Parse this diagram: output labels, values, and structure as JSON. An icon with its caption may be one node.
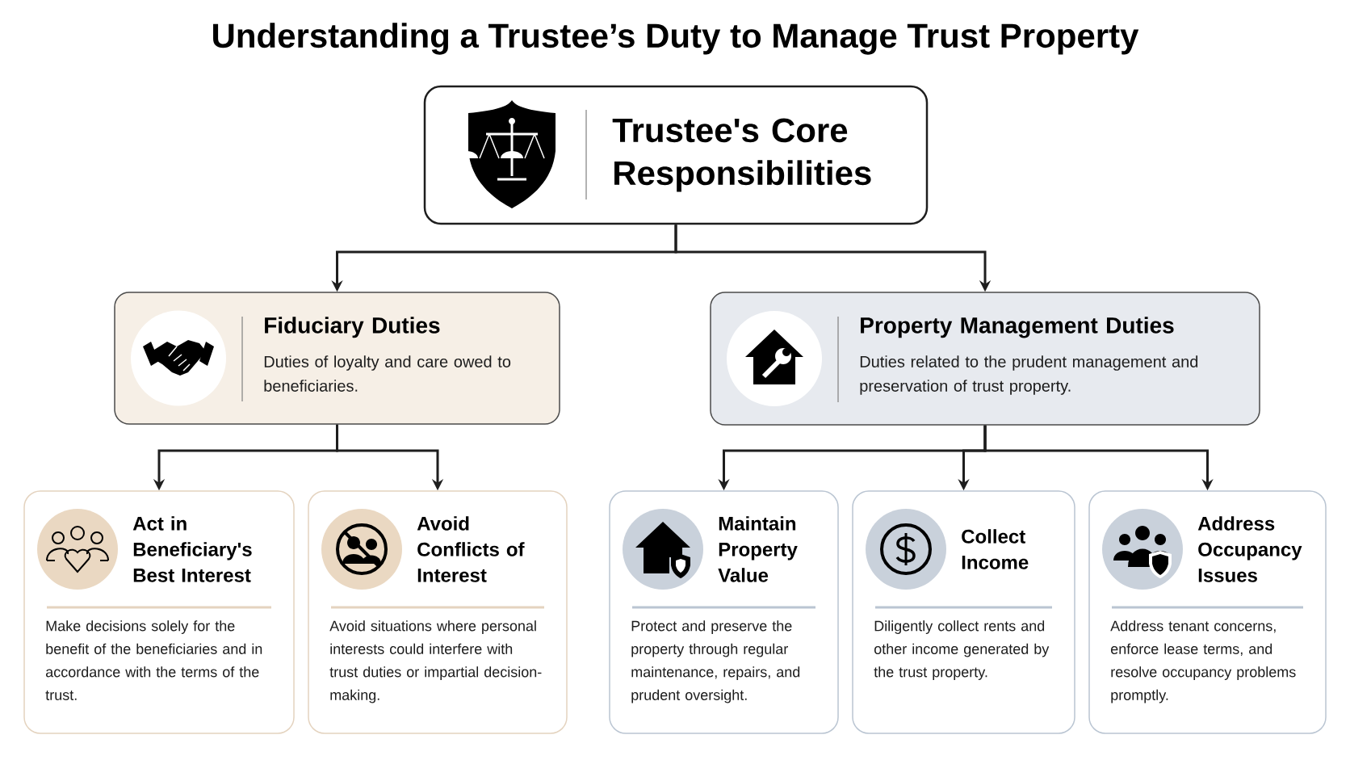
{
  "diagram": {
    "title": "Understanding a Trustee’s Duty to Manage Trust Property",
    "nodes": [
      {
        "text": [
          "Trustee's Core Responsibilities"
        ]
      },
      {
        "text": [
          "Fiduciary Duties",
          "Duties of loyalty and care owed to beneficiaries."
        ]
      },
      {
        "text": [
          "Property Management Duties",
          "Duties related to the prudent management and preservation of trust property."
        ]
      },
      {
        "text": [
          "Act in Beneficiary's Best Interest",
          "Make decisions solely for the benefit of the beneficiaries and in accordance with the terms of the trust."
        ]
      },
      {
        "text": [
          "Avoid Conflicts of Interest",
          "Avoid situations where personal interests could interfere with trust duties or impartial decision-making."
        ]
      },
      {
        "text": [
          "Maintain Property Value",
          "Protect and preserve the property through regular maintenance, repairs, and prudent oversight."
        ]
      },
      {
        "text": [
          "Collect Income",
          "Diligently collect rents and other income generated by the trust property."
        ]
      },
      {
        "text": [
          "Address Occupancy Issues",
          "Address tenant concerns, enforce lease terms, and resolve occupancy problems promptly."
        ]
      }
    ],
    "edges": [
      {
        "from": 0,
        "to": 1,
        "arrow": "to"
      },
      {
        "from": 0,
        "to": 2,
        "arrow": "to"
      },
      {
        "from": 1,
        "to": 3,
        "arrow": "to"
      },
      {
        "from": 1,
        "to": 4,
        "arrow": "to"
      },
      {
        "from": 2,
        "to": 5,
        "arrow": "to"
      },
      {
        "from": 2,
        "to": 6,
        "arrow": "to"
      },
      {
        "from": 2,
        "to": 7,
        "arrow": "to"
      }
    ]
  }
}
